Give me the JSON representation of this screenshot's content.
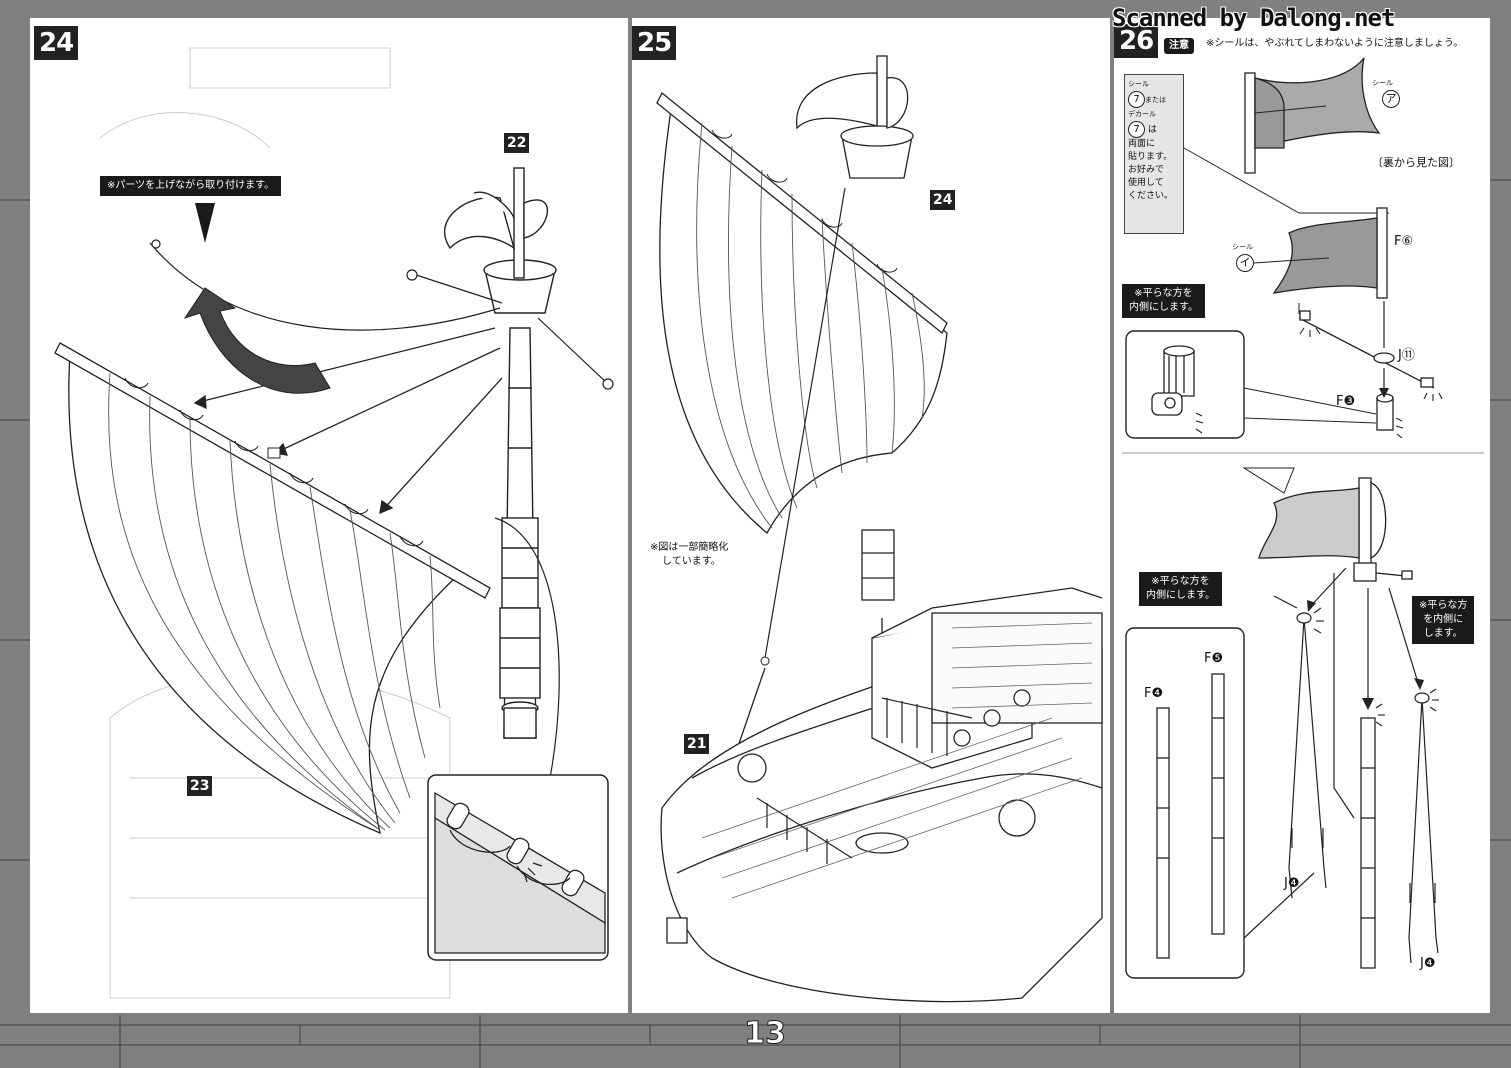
{
  "scan_credit": "Scanned by Dalong.net",
  "page_number": "13",
  "step24": {
    "step": "24",
    "note": "※パーツを上げながら取り付けます。",
    "part_mast": "22",
    "part_sail": "23"
  },
  "step25": {
    "step": "25",
    "note_line1": "※図は一部簡略化",
    "note_line2": "しています。",
    "part_mast": "24",
    "part_hull": "21"
  },
  "step26": {
    "step": "26",
    "caution_label": "注意",
    "caution_text": "※シールは、やぶれてしまわないように注意しましょう。",
    "sticker_box": {
      "seal_label": "シール",
      "seal_num": "7",
      "or_text": "または",
      "decal_label": "デカール",
      "decal_num": "7",
      "wa": "は",
      "line1": "両面に",
      "line2": "貼ります。",
      "line3": "お好みで",
      "line4": "使用して",
      "line5": "ください。"
    },
    "seal_a_label": "シール",
    "seal_a": "ア",
    "seal_i_label": "シール",
    "seal_i": "イ",
    "back_view": "〔裏から見た図〕",
    "flat_note_line1": "※平らな方を",
    "flat_note_line2": "内側にします。",
    "flat_note_b_line1": "※平らな方を",
    "flat_note_b_line2": "内側にします。",
    "flat_note_c_line1": "※平らな方",
    "flat_note_c_line2": "を内側に",
    "flat_note_c_line3": "します。",
    "parts": {
      "f6": "F⑥",
      "j11": "J⑪",
      "f3": "F❸",
      "f5": "F❺",
      "f4": "F❹",
      "j4a": "J❹",
      "j4b": "J❹"
    }
  }
}
